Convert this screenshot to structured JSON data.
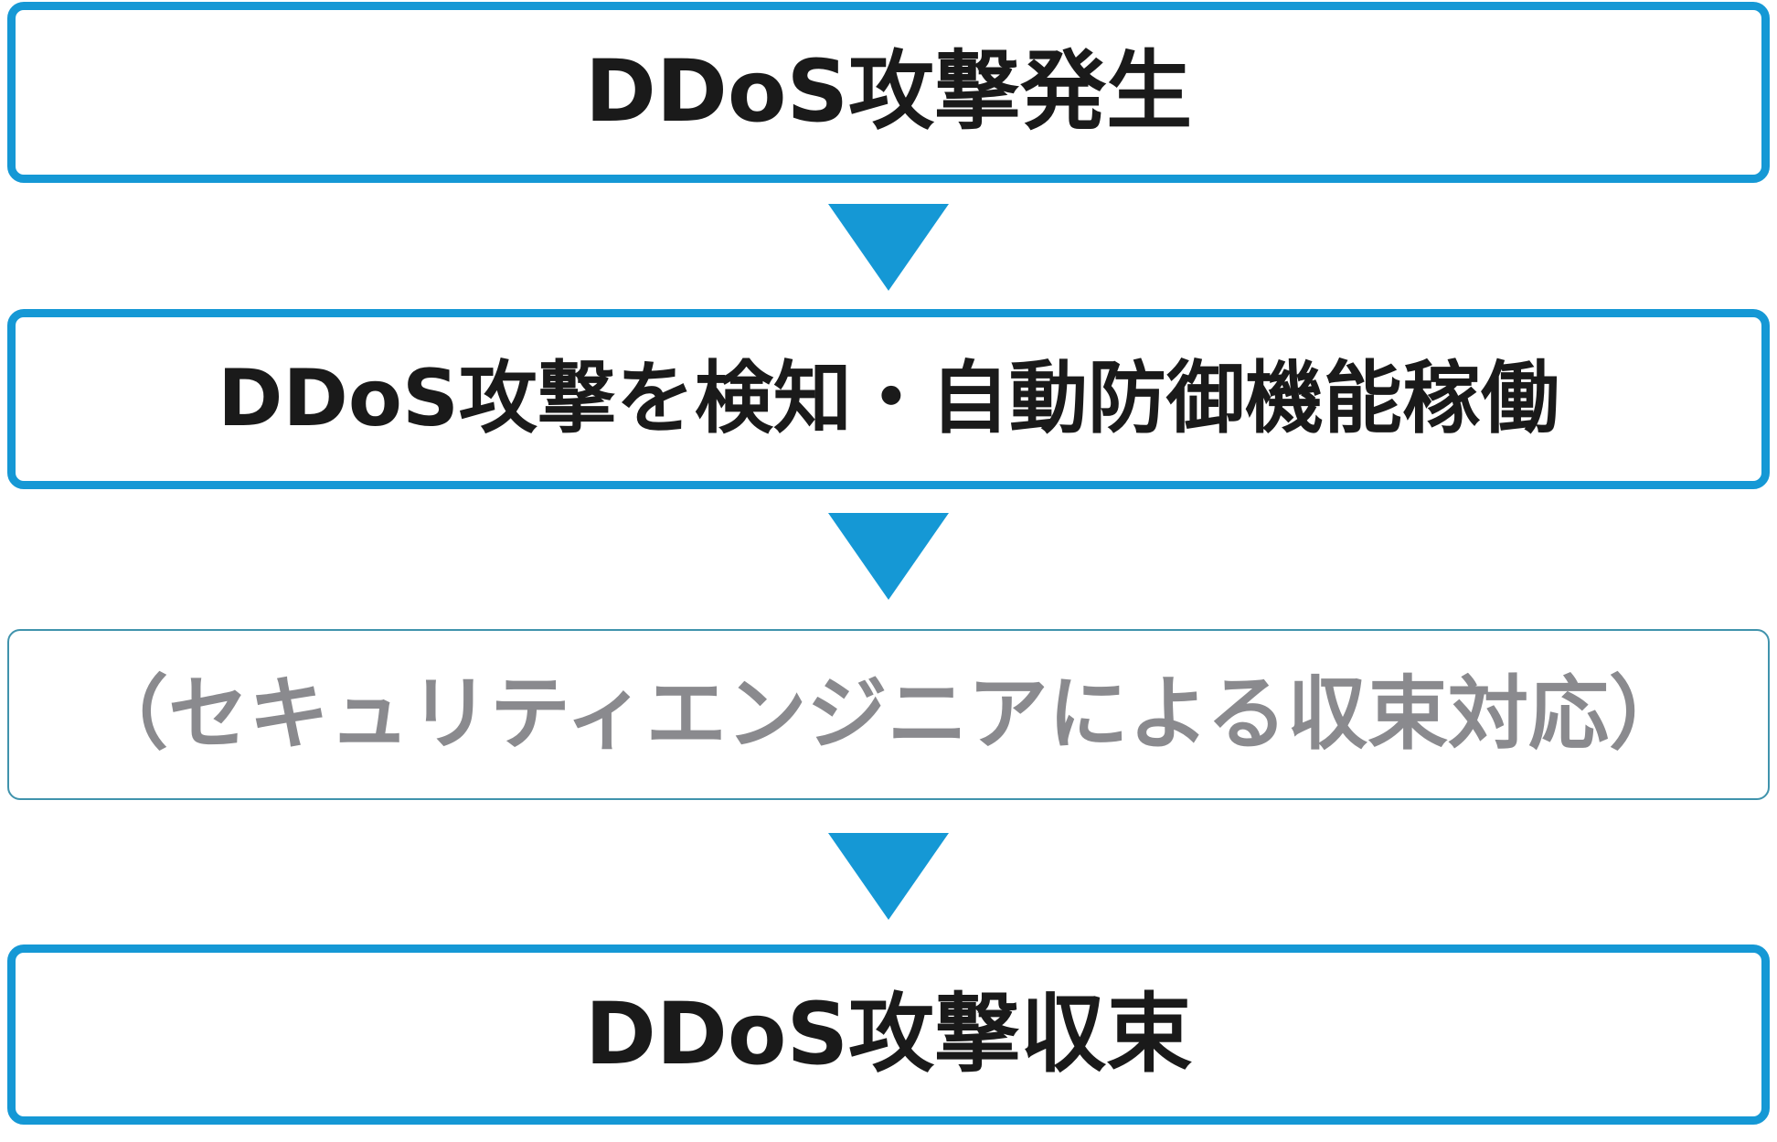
{
  "flow": {
    "steps": [
      {
        "label": "DDoS攻撃発生",
        "style": "primary"
      },
      {
        "label": "DDoS攻撃を検知・自動防御機能稼働",
        "style": "primary"
      },
      {
        "label": "（セキュリティエンジニアによる収束対応）",
        "style": "secondary"
      },
      {
        "label": "DDoS攻撃収束",
        "style": "primary"
      }
    ],
    "arrows": [
      {
        "icon": "down-triangle-icon"
      },
      {
        "icon": "down-triangle-icon"
      },
      {
        "icon": "down-triangle-icon"
      }
    ]
  },
  "colors": {
    "accent_blue": "#1598D5",
    "secondary_border_teal": "#4093AC",
    "muted_text_gray": "#8A8A8E",
    "text_black": "#1A1A1A",
    "background": "#FFFFFF"
  }
}
